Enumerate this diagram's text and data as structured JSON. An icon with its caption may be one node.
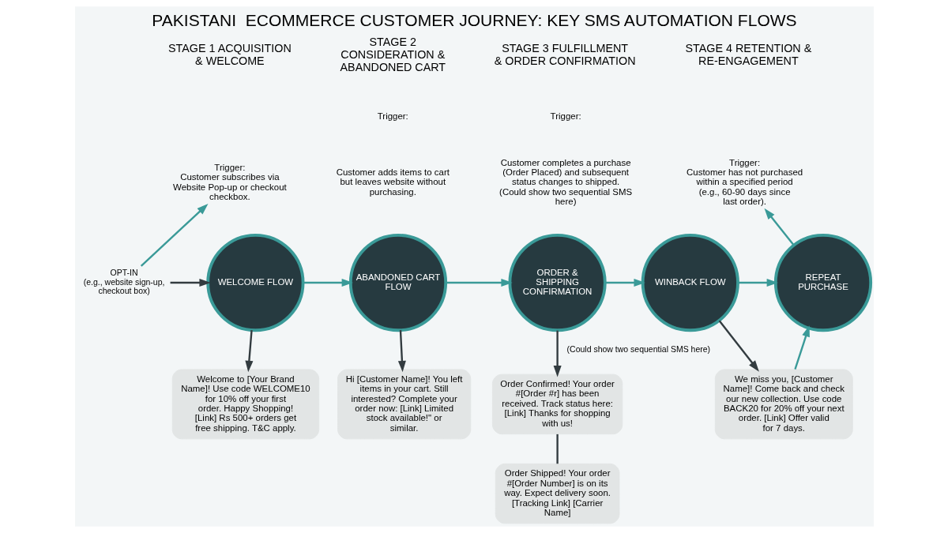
{
  "diagram": {
    "title": "PAKISTANI  ECOMMERCE CUSTOMER JOURNEY: KEY SMS AUTOMATION FLOWS",
    "nodes": [
      {
        "text": [
          "OPT-IN",
          "(e.g., website sign-up, checkout box)"
        ]
      },
      {
        "text": [
          "WELCOME FLOW"
        ]
      },
      {
        "text": [
          "ABANDONED CART FLOW"
        ]
      },
      {
        "text": [
          "ORDER & SHIPPING CONFIRMATION"
        ]
      },
      {
        "text": [
          "WINBACK FLOW"
        ]
      },
      {
        "text": [
          "REPEAT PURCHASE"
        ]
      },
      {
        "text": [
          "Trigger:",
          "Customer subscribes via Website Pop-up or checkout checkbox."
        ]
      },
      {
        "text": [
          "Trigger:",
          "Customer has not purchased within a specified period (e.g., 60-90 days since last order)."
        ]
      },
      {
        "text": [
          "Welcome to [Your Brand Name]! Use code WELCOME10 for 10% off your first order. Happy Shopping! [Link] Rs 500+ orders get free shipping. T&C apply."
        ]
      },
      {
        "text": [
          "Hi [Customer Name]! You left items in your cart. Still interested? Complete your order now: [Link] Limited stock available!\" or similar."
        ]
      },
      {
        "text": [
          "Order Confirmed! Your order #[Order #r] has been received. Track status here: [Link] Thanks for shopping with us!"
        ]
      },
      {
        "text": [
          "Order Shipped! Your order #[Order Number] is on its way. Expect delivery soon. [Tracking Link] [Carrier Name]"
        ]
      },
      {
        "text": [
          "We miss you, [Customer Name]! Come back and check our new collection. Use code BACK20 for 20% off your next order. [Link] Offer valid for 7 days."
        ]
      }
    ],
    "edges": [
      {
        "from": 0,
        "to": 6,
        "arrow": "to"
      },
      {
        "from": 0,
        "to": 1,
        "arrow": "to",
        "color": "#333c40"
      },
      {
        "from": 1,
        "to": 2,
        "arrow": "to"
      },
      {
        "from": 2,
        "to": 3,
        "arrow": "to"
      },
      {
        "from": 3,
        "to": 4,
        "arrow": "to"
      },
      {
        "from": 4,
        "to": 5,
        "arrow": "to"
      },
      {
        "from": 5,
        "to": 7,
        "arrow": "to"
      },
      {
        "from": 1,
        "to": 8,
        "arrow": "to",
        "color": "#333c40"
      },
      {
        "from": 2,
        "to": 9,
        "arrow": "to",
        "color": "#333c40"
      },
      {
        "from": 3,
        "to": 10,
        "arrow": "to",
        "label": "(Could show two sequential SMS here)",
        "color": "#333c40"
      },
      {
        "from": 10,
        "to": 11,
        "arrow": "none",
        "color": "#333c40"
      },
      {
        "from": 4,
        "to": 12,
        "arrow": "to",
        "color": "#333c40"
      },
      {
        "from": 12,
        "to": 5,
        "arrow": "to"
      }
    ],
    "labels": [
      "STAGE 1 ACQUISITION & WELCOME",
      "STAGE 2 CONSIDERATION & ABANDONED CART",
      "STAGE 3 FULFILLMENT & ORDER CONFIRMATION",
      "STAGE 4 RETENTION & RE-ENGAGEMENT",
      "Trigger:",
      "Customer adds items to cart but leaves website without purchasing.",
      "Trigger:",
      "Customer completes a purchase (Order Placed) and subsequent status changes to shipped. (Could show two sequential SMS here)"
    ]
  }
}
